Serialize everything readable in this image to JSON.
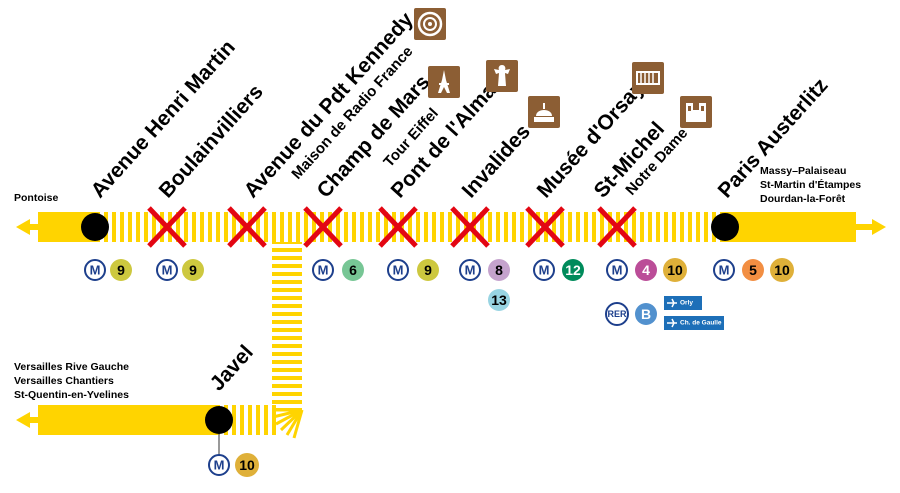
{
  "line_color": "#ffd400",
  "closed_mark_color": "#e30613",
  "metro_symbol": "M",
  "stations": [
    {
      "name": "Avenue Henri Martin",
      "sub": "",
      "status": "open",
      "connections": [
        "9"
      ]
    },
    {
      "name": "Boulainvilliers",
      "sub": "",
      "status": "closed",
      "connections": [
        "9"
      ]
    },
    {
      "name": "Avenue du Pdt Kennedy",
      "sub": "Maison de Radio France",
      "status": "closed",
      "connections": [],
      "landmark": "radio-icon"
    },
    {
      "name": "Champ de Mars",
      "sub": "Tour Eiffel",
      "status": "closed",
      "connections": [
        "6"
      ],
      "landmark": "eiffel-tower-icon"
    },
    {
      "name": "Pont de l'Alma",
      "sub": "",
      "status": "closed",
      "connections": [
        "9"
      ],
      "landmark": "statue-icon"
    },
    {
      "name": "Invalides",
      "sub": "",
      "status": "closed",
      "connections": [
        "8",
        "13"
      ],
      "landmark": "dome-icon"
    },
    {
      "name": "Musée d'Orsay",
      "sub": "",
      "status": "closed",
      "connections": [
        "12"
      ],
      "landmark": "museum-icon"
    },
    {
      "name": "St-Michel",
      "sub": "Notre Dame",
      "status": "closed",
      "connections": [
        "4",
        "10"
      ],
      "rer": "B",
      "rer_label": "RER",
      "airports": [
        "Orly",
        "Ch. de Gaulle"
      ],
      "landmark": "cathedral-icon"
    },
    {
      "name": "Paris Austerlitz",
      "sub": "",
      "status": "open",
      "connections": [
        "5",
        "10"
      ]
    },
    {
      "name": "Javel",
      "sub": "",
      "status": "open",
      "connections": [
        "10"
      ]
    }
  ],
  "terminus_west": [
    "Pontoise"
  ],
  "terminus_east": [
    "Massy–Palaiseau",
    "St-Martin d'Étampes",
    "Dourdan-la-Forêt"
  ],
  "terminus_southwest": [
    "Versailles Rive Gauche",
    "Versailles Chantiers",
    "St-Quentin-en-Yvelines"
  ],
  "metro_line_colors": {
    "4": "#bb4d98",
    "5": "#f28e42",
    "6": "#77c695",
    "8": "#c5a3cd",
    "9": "#cdc83f",
    "10": "#dfb039",
    "12": "#008b5b",
    "13": "#98d4e2"
  },
  "rer_b_color": "#5291ce",
  "landmark_color": "#8c5e34"
}
